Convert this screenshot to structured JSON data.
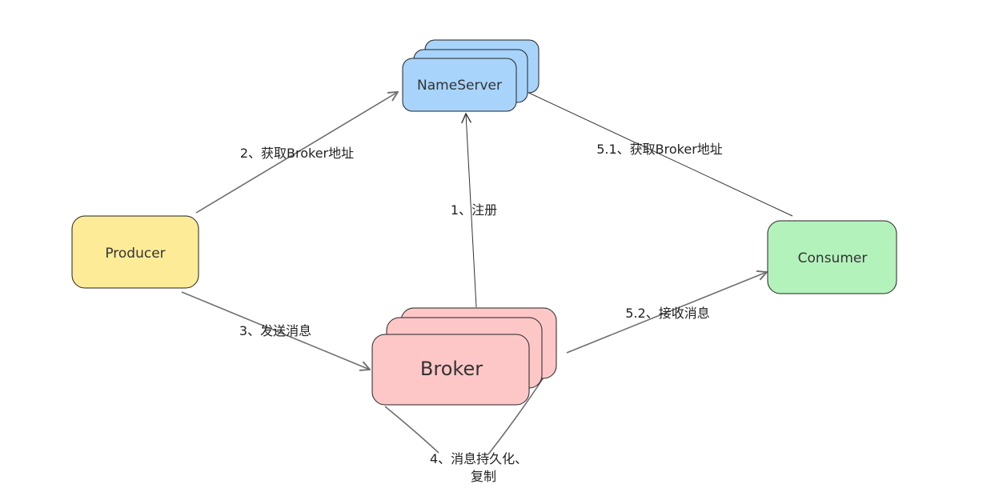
{
  "nodes": {
    "nameserver": {
      "label": "NameServer",
      "fill": "#a8d4fc",
      "stroke": "#222222"
    },
    "producer": {
      "label": "Producer",
      "fill": "#feeb97",
      "stroke": "#222222"
    },
    "broker": {
      "label": "Broker",
      "fill": "#fec7c7",
      "stroke": "#222222"
    },
    "consumer": {
      "label": "Consumer",
      "fill": "#b4f2bc",
      "stroke": "#222222"
    }
  },
  "edges": {
    "register": {
      "label": "1、注册"
    },
    "producer_get_address": {
      "label": "2、获取Broker地址"
    },
    "send_message": {
      "label": "3、发送消息"
    },
    "persist_replicate": {
      "line1": "4、消息持久化、",
      "line2": "复制"
    },
    "consumer_get_address": {
      "label": "5.1、获取Broker地址"
    },
    "receive_message": {
      "label": "5.2、接收消息"
    }
  }
}
